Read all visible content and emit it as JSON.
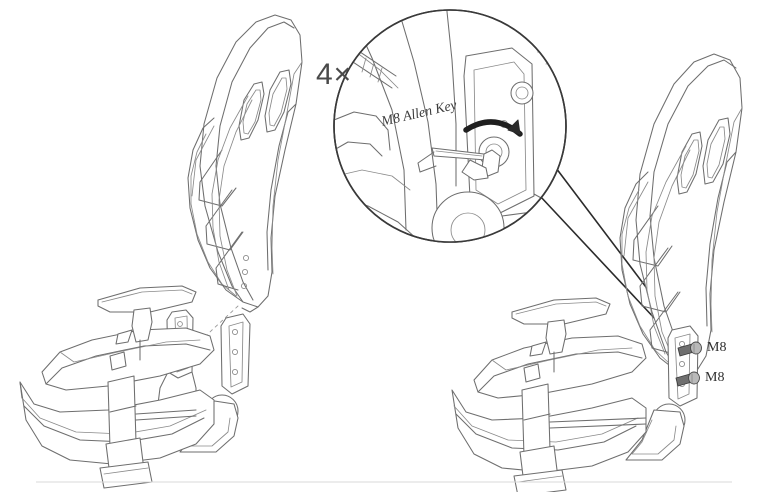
{
  "document": {
    "type": "assembly-instruction-diagram",
    "subject": "Racing-style gaming chair backrest attachment",
    "background_color": "#ffffff",
    "line_color": "#6e6e6e",
    "dark_line_color": "#2b2b2b"
  },
  "annotations": {
    "quantity": "4×",
    "tool_label": "M8 Allen Key",
    "bolt_label_upper": "M8",
    "bolt_label_lower": "M8"
  },
  "steps": [
    {
      "id": "left-exploded",
      "name": "Backrest separated from seat base",
      "parts": [
        "backrest",
        "seat-base",
        "armrest",
        "recline-bracket",
        "gas-lift-column"
      ]
    },
    {
      "id": "right-assembled",
      "name": "Backrest bolted to recline bracket",
      "parts": [
        "backrest",
        "seat-base",
        "armrest",
        "recline-bracket",
        "m8-bolt",
        "m8-bolt"
      ]
    }
  ],
  "magnifier": {
    "name": "detail-callout",
    "shows": "M8 Allen Key tightening bolt on recline bracket",
    "rotation_direction": "clockwise"
  },
  "icons": {
    "allen_key": "allen-key-icon",
    "bolt": "bolt-icon",
    "rotation_arrow": "rotation-arrow-icon",
    "magnifier": "magnifier-circle-icon"
  }
}
